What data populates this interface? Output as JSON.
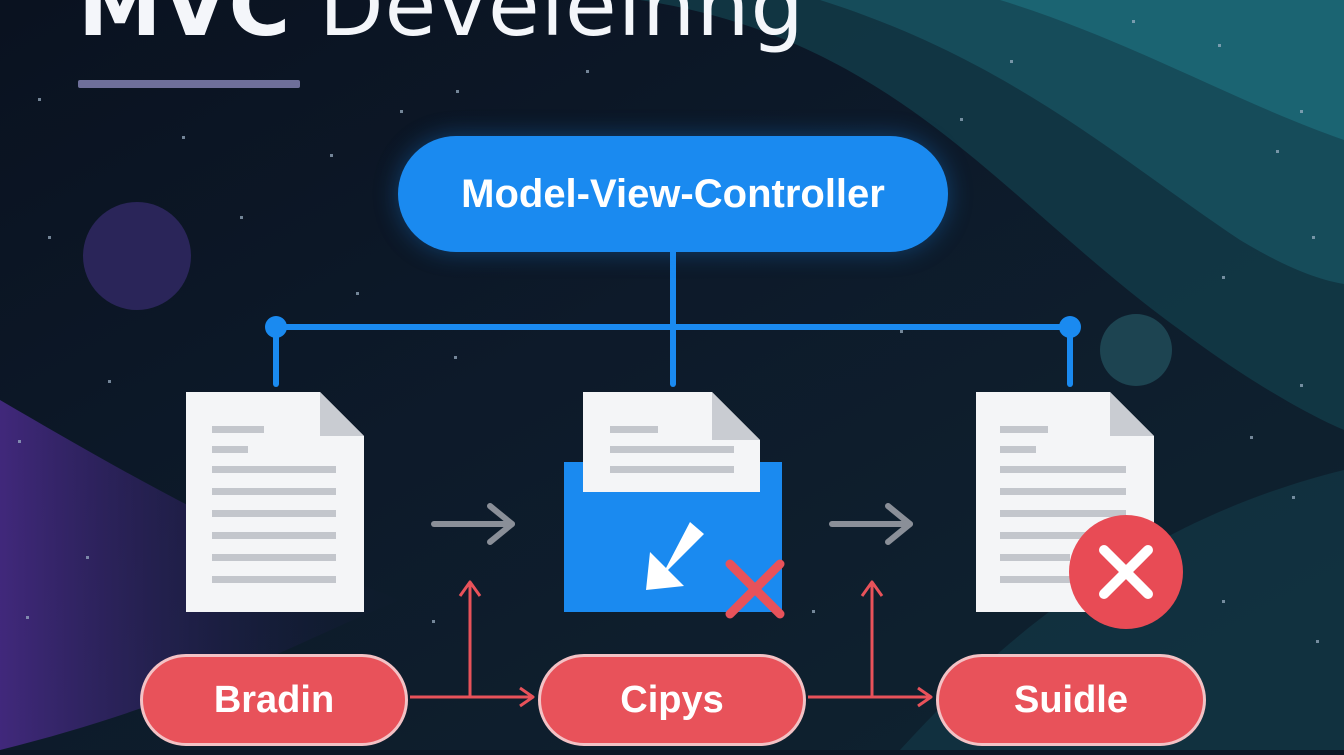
{
  "title": {
    "bold": "MVC",
    "light": " Develeinng"
  },
  "diagram": {
    "header_label": "Model-View-Controller",
    "pills": [
      "Bradin",
      "Cipys",
      "Suidle"
    ]
  },
  "colors": {
    "accent_blue": "#1a8af0",
    "pill_red": "#e8525a",
    "doc_white": "#f4f5f7",
    "arrow_gray": "#8a8f98"
  }
}
